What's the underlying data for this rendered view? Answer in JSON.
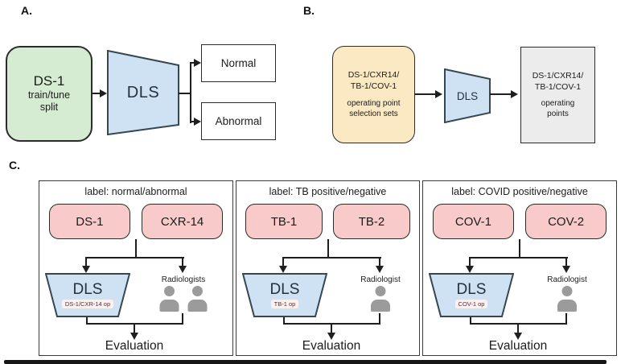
{
  "colors": {
    "green": "#d6ecd2",
    "blue": "#cfe2f4",
    "blueBorder": "#37474f",
    "yellow": "#fbe9c3",
    "gray": "#ececec",
    "pink": "#f9caca",
    "icon": "#9b9b9b",
    "line": "#1f1f1f"
  },
  "panel_a": {
    "label": "A.",
    "source": {
      "title": "DS-1",
      "sub1": "train/tune",
      "sub2": "split"
    },
    "dls_label": "DLS",
    "outputs": [
      "Normal",
      "Abnormal"
    ]
  },
  "panel_b": {
    "label": "B.",
    "source": {
      "name1": "DS-1/CXR14/",
      "name2": "TB-1/COV-1",
      "desc1": "operating point",
      "desc2": "selection sets"
    },
    "dls_label": "DLS",
    "output": {
      "name1": "DS-1/CXR14/",
      "name2": "TB-1/COV-1",
      "desc1": "operating",
      "desc2": "points"
    }
  },
  "panel_c": {
    "label": "C.",
    "panels": [
      {
        "title": "label: normal/abnormal",
        "dataset1": "DS-1",
        "dataset2": "CXR-14",
        "dls": "DLS",
        "dls_op": "DS-1/CXR-14 op",
        "comparator": "Radiologists",
        "evaluation": "Evaluation"
      },
      {
        "title": "label: TB positive/negative",
        "dataset1": "TB-1",
        "dataset2": "TB-2",
        "dls": "DLS",
        "dls_op": "TB-1 op",
        "comparator": "Radiologist",
        "evaluation": "Evaluation"
      },
      {
        "title": "label: COVID positive/negative",
        "dataset1": "COV-1",
        "dataset2": "COV-2",
        "dls": "DLS",
        "dls_op": "COV-1 op",
        "comparator": "Radiologist",
        "evaluation": "Evaluation"
      }
    ]
  }
}
